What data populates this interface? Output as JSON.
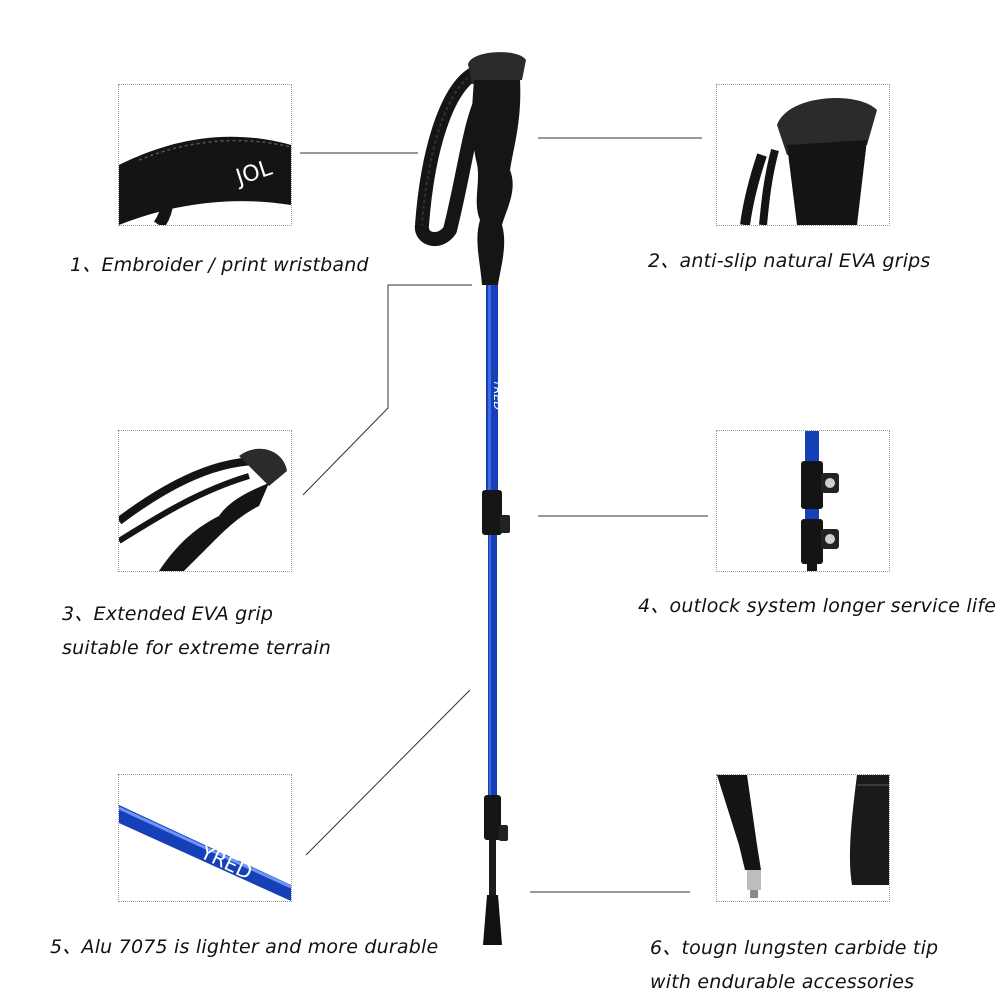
{
  "features": [
    {
      "number": "1、",
      "lines": [
        "Embroider / print wristband"
      ]
    },
    {
      "number": "2、",
      "lines": [
        "anti-slip natural EVA grips"
      ]
    },
    {
      "number": "3、",
      "lines": [
        "Extended EVA grip",
        "suitable for extreme terrain"
      ]
    },
    {
      "number": "4、",
      "lines": [
        "outlock system longer service life"
      ]
    },
    {
      "number": "5、",
      "lines": [
        "Alu 7075 is lighter and more durable"
      ]
    },
    {
      "number": "6、",
      "lines": [
        "tougn lungsten carbide tip",
        "with endurable accessories"
      ]
    }
  ],
  "wristband_logo": "JOL",
  "shaft_print": "YRED",
  "colors": {
    "pole_blue": "#1540b8",
    "grip_black": "#151515",
    "leader_line": "#333333"
  }
}
